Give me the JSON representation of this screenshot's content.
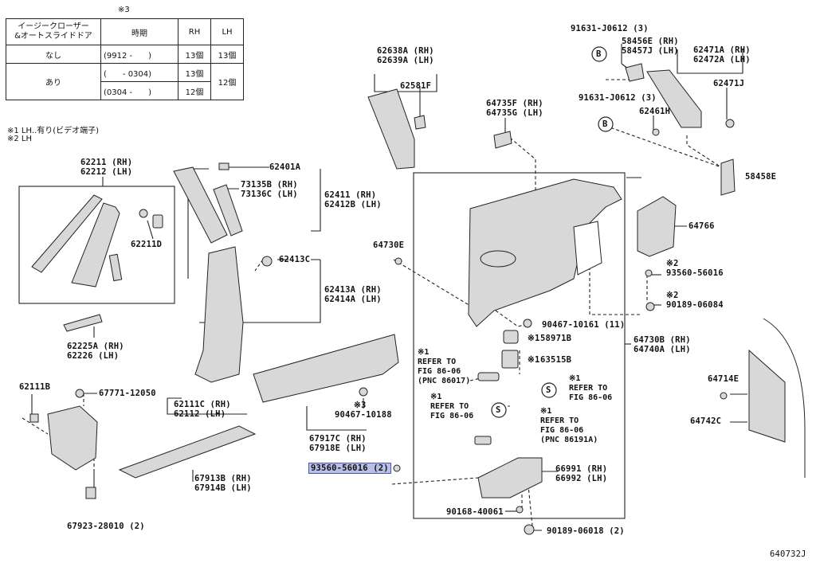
{
  "table": {
    "note_header": "※3",
    "headers": [
      "イージークローザー\n&オートスライドドア",
      "時期",
      "RH",
      "LH"
    ],
    "rows": [
      {
        "option": "なし",
        "period": "(9912 -　　)",
        "rh": "13個",
        "lh": "13個"
      },
      {
        "option": "あり",
        "period": "(　　- 0304)",
        "rh": "13個",
        "lh": "12個"
      },
      {
        "option": "",
        "period": "(0304 -　　)",
        "rh": "12個",
        "lh": ""
      }
    ]
  },
  "notes": [
    "※1 LH..有り(ビデオ端子)",
    "※2 LH"
  ],
  "parts": {
    "p62211": "62211 (RH)",
    "p62212": "62212 (LH)",
    "p62211D": "62211D",
    "p62225A": "62225A (RH)",
    "p62226": "62226 (LH)",
    "p62401A": "62401A",
    "p73135B": "73135B (RH)",
    "p73136C": "73136C (LH)",
    "p62411": "62411 (RH)",
    "p62412B": "62412B (LH)",
    "p62413C": "62413C",
    "p62413A": "62413A (RH)",
    "p62414A": "62414A (LH)",
    "p62638A": "62638A (RH)",
    "p62639A": "62639A (LH)",
    "p62581F": "62581F",
    "p64735F": "64735F (RH)",
    "p64735G": "64735G (LH)",
    "p64730E": "64730E",
    "p91631a": "91631-J0612 (3)",
    "p58456E": "58456E (RH)",
    "p58457J": "58457J (LH)",
    "p62471A": "62471A (RH)",
    "p62472A": "62472A (LH)",
    "p62471J": "62471J",
    "p91631b": "91631-J0612 (3)",
    "p62461H": "62461H",
    "p58458E": "58458E",
    "p64766": "64766",
    "p93560a": "93560-56016",
    "p90189a": "90189-06084",
    "p90467a": "90467-10161 (11)",
    "p58971B": "58971B",
    "p63515B": "63515B",
    "p64730B": "64730B (RH)",
    "p64740A": "64740A (LH)",
    "p64714E": "64714E",
    "p64742C": "64742C",
    "p62111B": "62111B",
    "p67771": "67771-12050",
    "p62111C": "62111C (RH)",
    "p62112": "62112 (LH)",
    "p90467b": "90467-10188",
    "p67917C": "67917C (RH)",
    "p67918E": "67918E (LH)",
    "p93560b": "93560-56016 (2)",
    "p67913B": "67913B (RH)",
    "p67914B": "67914B (LH)",
    "p66991": "66991 (RH)",
    "p66992": "66992 (LH)",
    "p90168": "90168-40061",
    "p90189b": "90189-06018 (2)",
    "p67923": "67923-28010 (2)"
  },
  "refs": {
    "r1": "※1\nREFER TO\nFIG 86-06\n(PNC 86017)",
    "r2": "※1\nREFER TO\nFIG 86-06",
    "r3": "※1\nREFER TO\nFIG 86-06",
    "r4": "※1\nREFER TO\nFIG 86-06\n(PNC 86191A)"
  },
  "marks": {
    "m3": "※3",
    "m1a": "※1",
    "m1b": "※1",
    "m2a": "※2",
    "m2b": "※2"
  },
  "callouts": {
    "B": "B",
    "S": "S"
  },
  "figure_code": "640732J",
  "colors": {
    "highlight": "#b9bfe6",
    "line": "#222222",
    "part_fill": "#d6d6d6"
  }
}
